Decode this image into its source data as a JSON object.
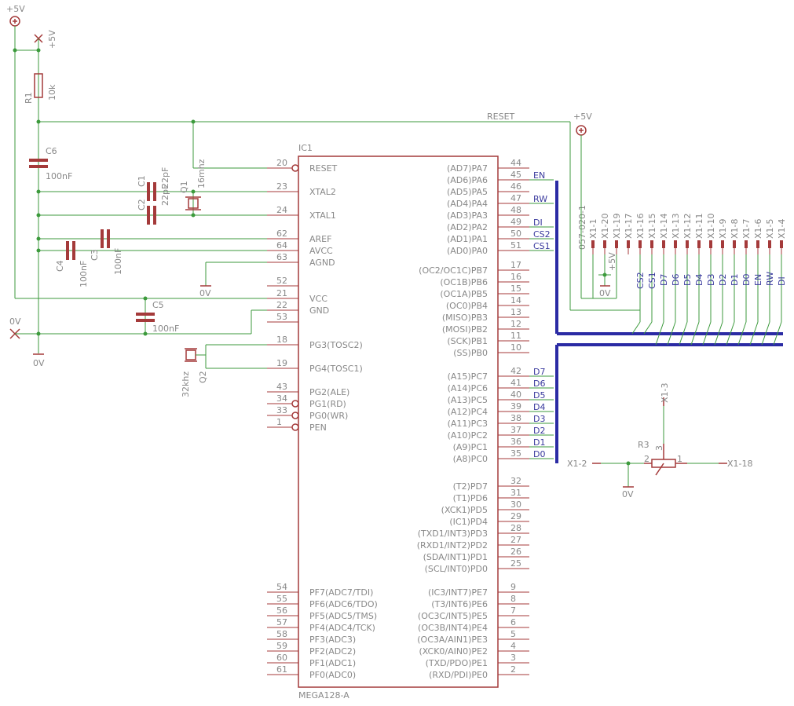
{
  "ic": {
    "name": "IC1",
    "value": "MEGA128-A",
    "left_pins": [
      {
        "num": "20",
        "label": "RESET",
        "inv": true
      },
      {
        "num": "23",
        "label": "XTAL2"
      },
      {
        "num": "24",
        "label": "XTAL1"
      },
      {
        "num": "62",
        "label": "AREF"
      },
      {
        "num": "64",
        "label": "AVCC"
      },
      {
        "num": "63",
        "label": "AGND"
      },
      {
        "num": "52",
        "label": ""
      },
      {
        "num": "21",
        "label": "VCC"
      },
      {
        "num": "22",
        "label": "GND"
      },
      {
        "num": "53",
        "label": ""
      },
      {
        "num": "18",
        "label": "PG3(TOSC2)"
      },
      {
        "num": "19",
        "label": "PG4(TOSC1)"
      },
      {
        "num": "43",
        "label": "PG2(ALE)"
      },
      {
        "num": "34",
        "label": "PG1(RD)",
        "inv": true
      },
      {
        "num": "33",
        "label": "PG0(WR)",
        "inv": true
      },
      {
        "num": "1",
        "label": "PEN",
        "inv": true
      },
      {
        "num": "54",
        "label": "PF7(ADC7/TDI)"
      },
      {
        "num": "55",
        "label": "PF6(ADC6/TDO)"
      },
      {
        "num": "56",
        "label": "PF5(ADC5/TMS)"
      },
      {
        "num": "57",
        "label": "PF4(ADC4/TCK)"
      },
      {
        "num": "58",
        "label": "PF3(ADC3)"
      },
      {
        "num": "59",
        "label": "PF2(ADC2)"
      },
      {
        "num": "60",
        "label": "PF1(ADC1)"
      },
      {
        "num": "61",
        "label": "PF0(ADC0)"
      }
    ],
    "right_pins": [
      {
        "num": "44",
        "label": "(AD7)PA7"
      },
      {
        "num": "45",
        "label": "(AD6)PA6"
      },
      {
        "num": "46",
        "label": "(AD5)PA5"
      },
      {
        "num": "47",
        "label": "(AD4)PA4"
      },
      {
        "num": "48",
        "label": "(AD3)PA3"
      },
      {
        "num": "49",
        "label": "(AD2)PA2"
      },
      {
        "num": "50",
        "label": "(AD1)PA1"
      },
      {
        "num": "51",
        "label": "(AD0)PA0"
      },
      {
        "num": "17",
        "label": "(OC2/OC1C)PB7"
      },
      {
        "num": "16",
        "label": "(OC1B)PB6"
      },
      {
        "num": "15",
        "label": "(OC1A)PB5"
      },
      {
        "num": "14",
        "label": "(OC0)PB4"
      },
      {
        "num": "13",
        "label": "(MISO)PB3"
      },
      {
        "num": "12",
        "label": "(MOSI)PB2"
      },
      {
        "num": "11",
        "label": "(SCK)PB1"
      },
      {
        "num": "10",
        "label": "(SS)PB0"
      },
      {
        "num": "42",
        "label": "(A15)PC7"
      },
      {
        "num": "41",
        "label": "(A14)PC6"
      },
      {
        "num": "40",
        "label": "(A13)PC5"
      },
      {
        "num": "39",
        "label": "(A12)PC4"
      },
      {
        "num": "38",
        "label": "(A11)PC3"
      },
      {
        "num": "37",
        "label": "(A10)PC2"
      },
      {
        "num": "36",
        "label": "(A9)PC1"
      },
      {
        "num": "35",
        "label": "(A8)PC0"
      },
      {
        "num": "32",
        "label": "(T2)PD7"
      },
      {
        "num": "31",
        "label": "(T1)PD6"
      },
      {
        "num": "30",
        "label": "(XCK1)PD5"
      },
      {
        "num": "29",
        "label": "(IC1)PD4"
      },
      {
        "num": "28",
        "label": "(TXD1/INT3)PD3"
      },
      {
        "num": "27",
        "label": "(RXD1/INT2)PD2"
      },
      {
        "num": "26",
        "label": "(SDA/INT1)PD1"
      },
      {
        "num": "25",
        "label": "(SCL/INT0)PD0"
      },
      {
        "num": "9",
        "label": "(IC3/INT7)PE7"
      },
      {
        "num": "8",
        "label": "(T3/INT6)PE6"
      },
      {
        "num": "7",
        "label": "(OC3C/INT5)PE5"
      },
      {
        "num": "6",
        "label": "(OC3B/INT4)PE4"
      },
      {
        "num": "5",
        "label": "(OC3A/AIN1)PE3"
      },
      {
        "num": "4",
        "label": "(XCK0/AIN0)PE2"
      },
      {
        "num": "3",
        "label": "(TXD/PDO)PE1"
      },
      {
        "num": "2",
        "label": "(RXD/PDI)PE0"
      }
    ]
  },
  "pa_nets": [
    "EN",
    "RW",
    "DI",
    "CS2",
    "CS1"
  ],
  "pc_nets": [
    "D7",
    "D6",
    "D5",
    "D4",
    "D3",
    "D2",
    "D1",
    "D0"
  ],
  "supply": {
    "p5v": "+5V",
    "gnd": "0V",
    "p5v_vert": "+5V",
    "gnd_label": "0V"
  },
  "r1": {
    "name": "R1",
    "value": "10k"
  },
  "c6": {
    "name": "C6",
    "value": "100nF"
  },
  "c1": {
    "name": "C1",
    "value": "22pF"
  },
  "c2": {
    "name": "C2",
    "value": "22pF"
  },
  "q1": {
    "name": "Q1",
    "value": "16mhz"
  },
  "c3": {
    "name": "C3",
    "value": "100nF"
  },
  "c4": {
    "name": "C4",
    "value": "100nF"
  },
  "c5": {
    "name": "C5",
    "value": "100nF"
  },
  "q2": {
    "name": "Q2",
    "value": "32khz"
  },
  "reset_net": "RESET",
  "connector": {
    "value": "057-020-1",
    "pins": [
      "X1-1",
      "X1-20",
      "X1-19",
      "X1-17",
      "X1-16",
      "X1-15",
      "X1-14",
      "X1-13",
      "X1-12",
      "X1-11",
      "X1-10",
      "X1-9",
      "X1-8",
      "X1-7",
      "X1-6",
      "X1-5",
      "X1-4"
    ],
    "nets": [
      "CS2",
      "CS1",
      "D7",
      "D6",
      "D5",
      "D4",
      "D3",
      "D2",
      "D1",
      "D0",
      "EN",
      "RW",
      "DI"
    ],
    "p5v": "+5V",
    "gnd": "0V"
  },
  "r3": {
    "name": "R3",
    "pin1": "1",
    "pin2": "2",
    "pin3": "3",
    "left": "X1-2",
    "right": "X1-18",
    "top": "X1-3",
    "gnd": "0V"
  }
}
